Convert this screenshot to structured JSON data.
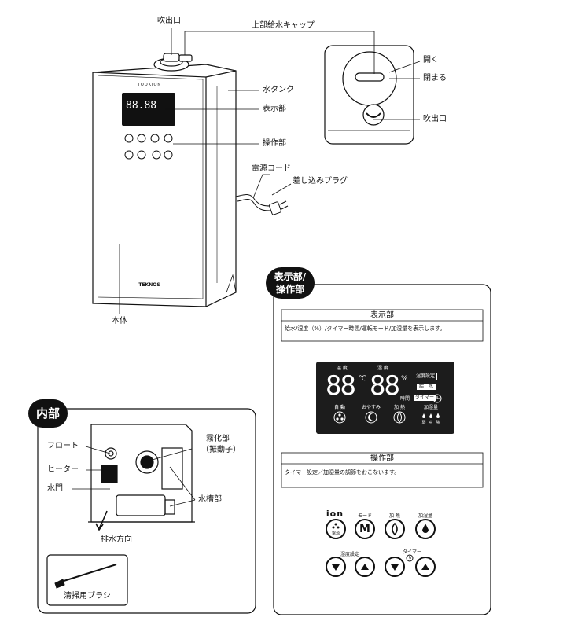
{
  "labels": {
    "outlet_top": "吹出口",
    "top_cap": "上部給水キャップ",
    "water_tank": "水タンク",
    "display": "表示部",
    "control": "操作部",
    "power_cord": "電源コード",
    "plug": "差し込みプラグ",
    "main_body": "本体",
    "open": "開く",
    "close": "閉まる",
    "outlet_inset": "吹出口"
  },
  "device": {
    "brand_top": "TOOKION",
    "brand_bottom": "TEKNOS",
    "mini_digits": "88.88"
  },
  "internal": {
    "badge": "内部",
    "float": "フロート",
    "heater": "ヒーター",
    "water_gate": "水門",
    "atomizer_line1": "霧化部",
    "atomizer_line2": "（振動子）",
    "tank_part": "水槽部",
    "drain": "排水方向",
    "brush": "清掃用ブラシ"
  },
  "panel": {
    "badge_line1": "表示部/",
    "badge_line2": "操作部",
    "display_title": "表示部",
    "display_desc": "給水/湿度（%）/タイマー時間/運転モード/加湿量を表示します。",
    "control_title": "操作部",
    "control_desc": "タイマー設定／加湿量の調節をおこないます。"
  },
  "lcd": {
    "label_temp": "温 度",
    "label_humidity": "湿 度",
    "digits_left": "88",
    "unit_c": "℃",
    "digits_right": "88",
    "unit_percent": "%",
    "unit_hours": "時間",
    "tag_humidity_set": "湿度設定",
    "tag_water": "給　水",
    "tag_timer": "タイマー",
    "mode_auto": "自 動",
    "mode_sleep": "おやすみ",
    "mode_heat": "加 熱",
    "humid_level": "加湿量",
    "level_weak": "弱",
    "level_mid": "中",
    "level_strong": "強"
  },
  "buttons": {
    "ion": "ion",
    "power_sub": "電源",
    "mode_label": "モード",
    "mode_glyph": "M",
    "heat_label": "加 熱",
    "humid_label": "加湿量",
    "humid_set_label": "湿度設定",
    "timer_label": "タイマー"
  },
  "colors": {
    "lcd_bg": "#1c1c1c",
    "lcd_fg": "#ffffff",
    "line": "#111111",
    "body_fill": "#ffffff"
  }
}
